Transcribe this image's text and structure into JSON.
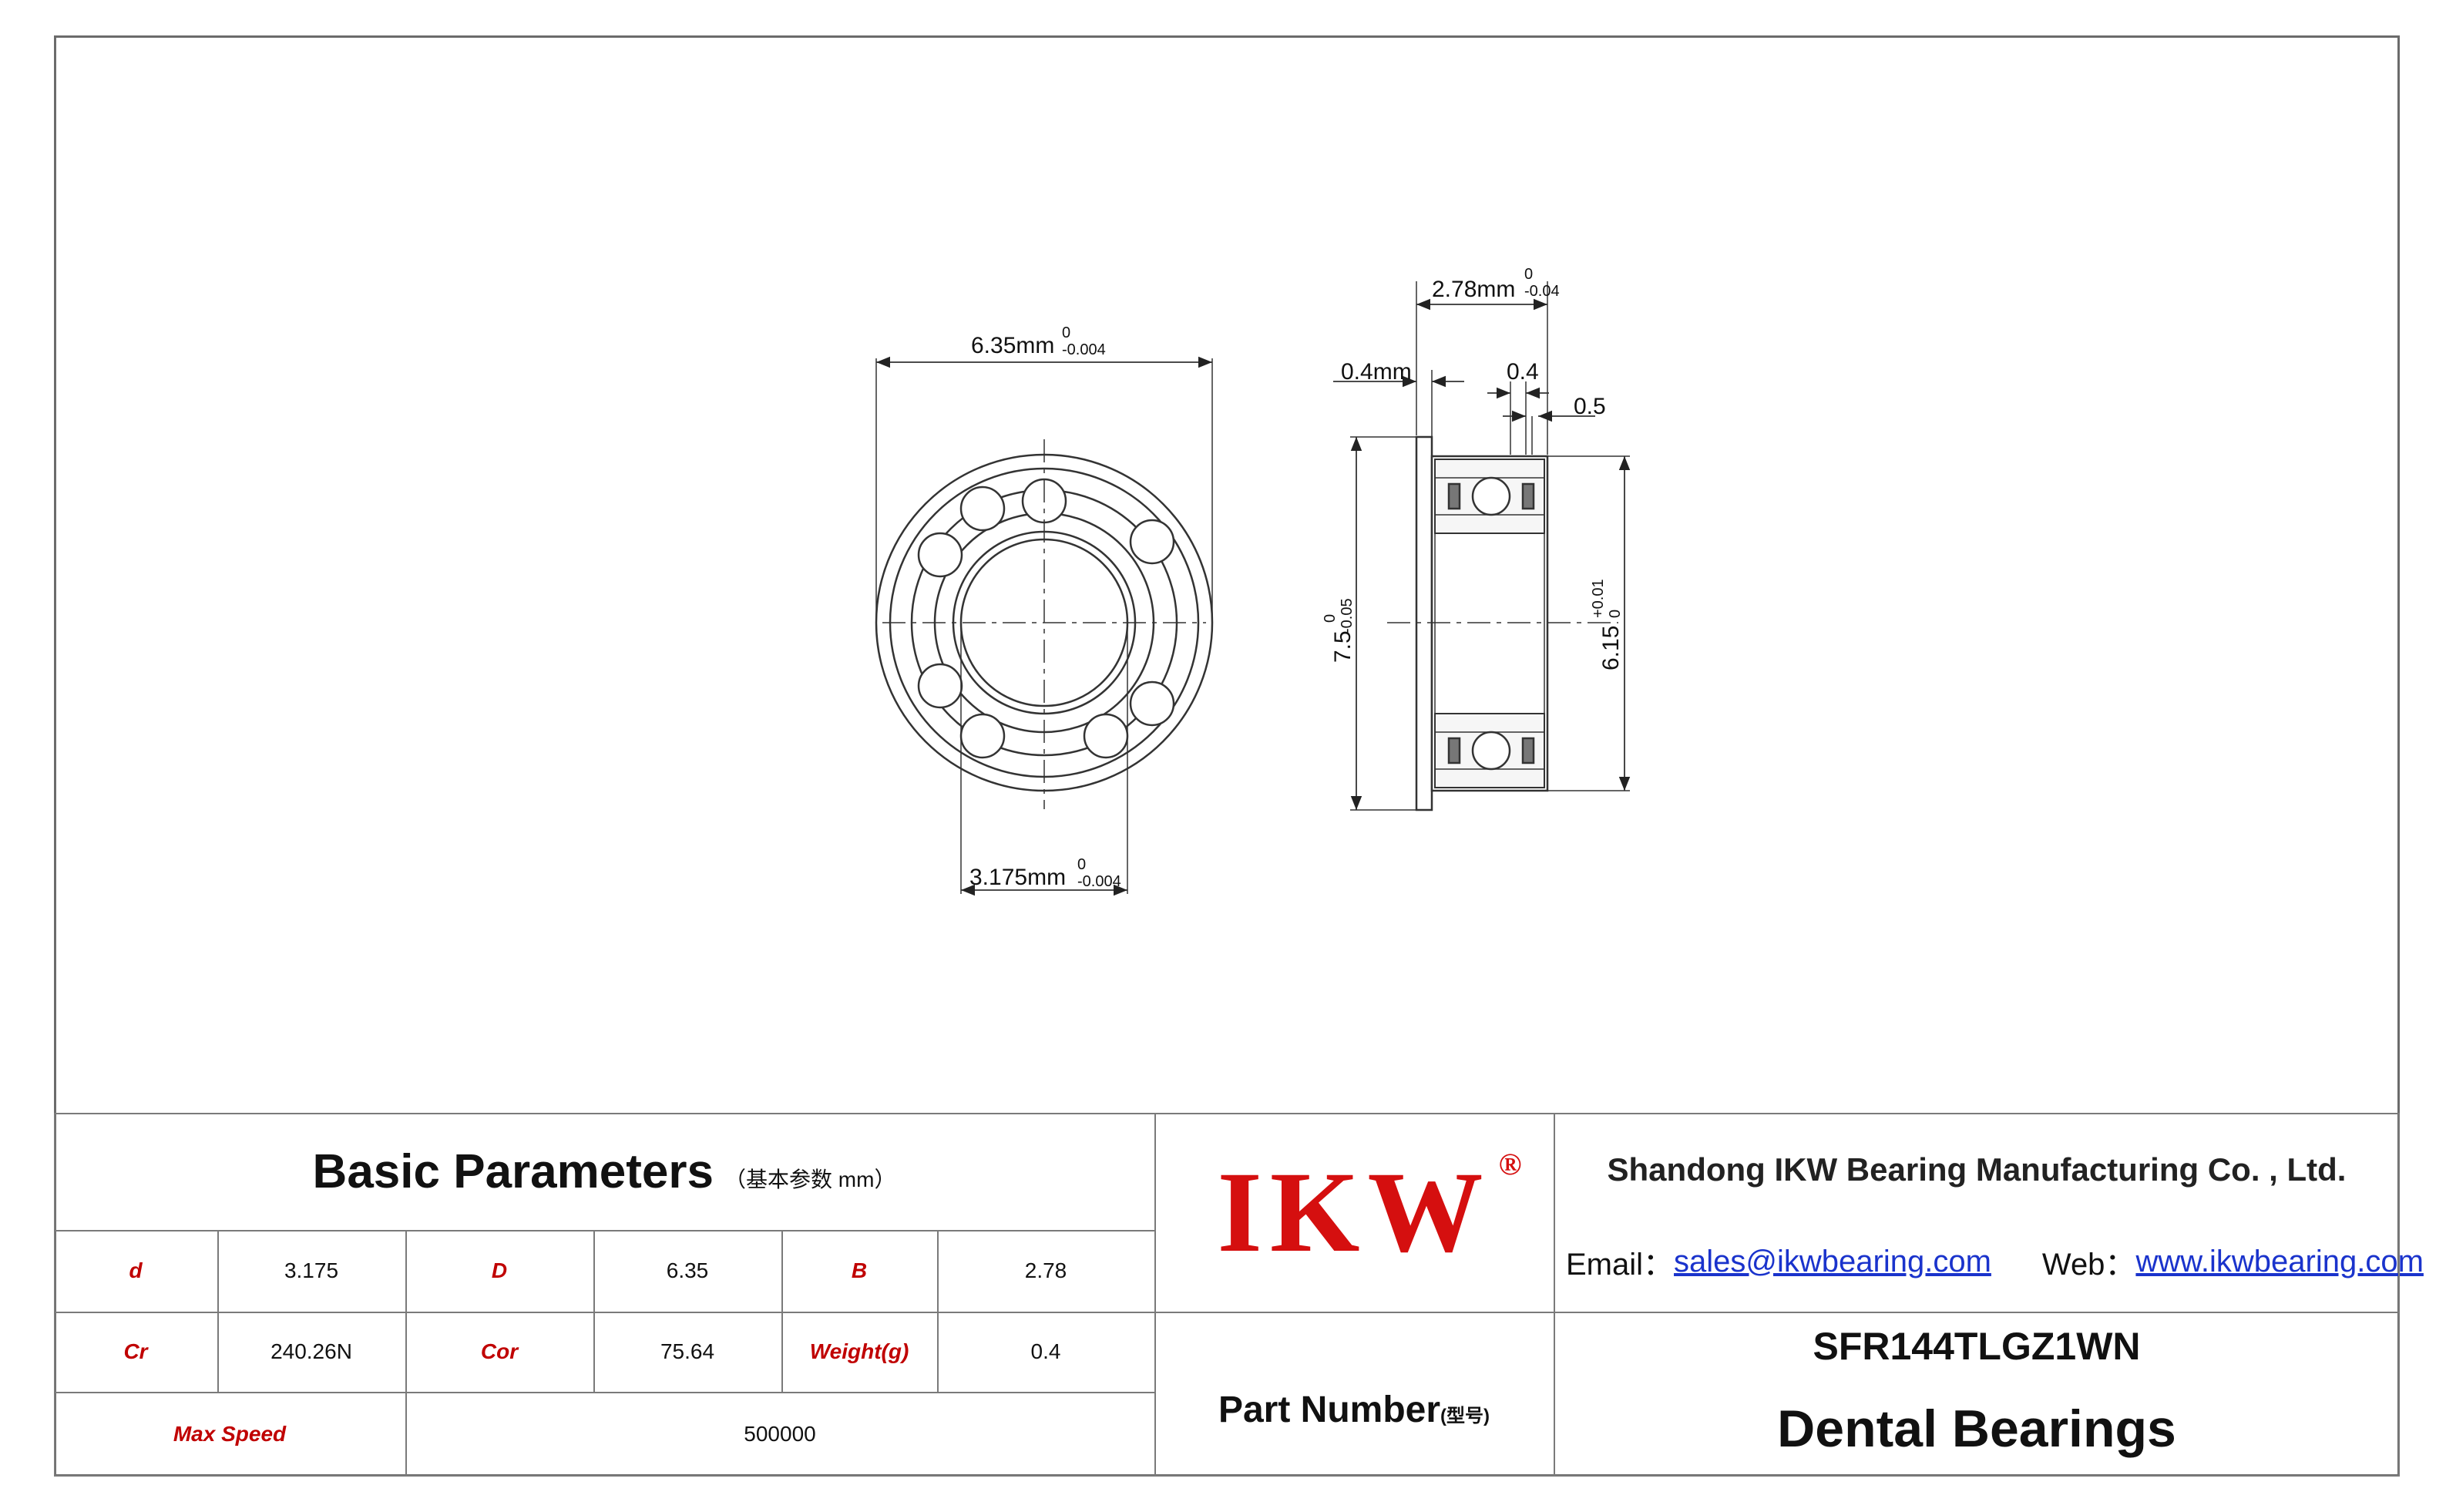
{
  "drawing": {
    "front_view": {
      "outer_dim": {
        "base": "6.35mm",
        "upper": "0",
        "lower": "-0.004"
      },
      "bore_dim": {
        "base": "3.175mm",
        "upper": "0",
        "lower": "-0.004"
      }
    },
    "side_view": {
      "width_dim": {
        "base": "2.78mm",
        "upper": "0",
        "lower": "-0.04"
      },
      "flange_thickness": "0.4mm",
      "shield_gap": "0.4",
      "chamfer": "0.5",
      "flange_dia": {
        "base": "7.5",
        "upper": "0",
        "lower": "-0.05"
      },
      "housing_dia": {
        "base": "6.15",
        "upper": "+0.01",
        "lower": "0"
      }
    }
  },
  "basic_parameters": {
    "title": "Basic Parameters",
    "subtitle": "（基本参数 mm）",
    "rows": [
      [
        {
          "label": "d",
          "value": "3.175"
        },
        {
          "label": "D",
          "value": "6.35"
        },
        {
          "label": "B",
          "value": "2.78"
        }
      ],
      [
        {
          "label": "Cr",
          "value": "240.26N"
        },
        {
          "label": "Cor",
          "value": "75.64"
        },
        {
          "label": "Weight(g)",
          "value": "0.4"
        }
      ]
    ],
    "max_speed": {
      "label": "Max Speed",
      "value": "500000"
    }
  },
  "brand": {
    "logo_text": "IKW",
    "registered_mark": "®",
    "logo_color": "#d50f0f"
  },
  "company": {
    "name": "Shandong IKW Bearing Manufacturing Co. , Ltd.",
    "email_label": "Email：",
    "email": "sales@ikwbearing.com",
    "web_label": "Web：",
    "website": "www.ikwbearing.com"
  },
  "part": {
    "label": "Part Number",
    "label_cn": "(型号)",
    "model": "SFR144TLGZ1WN",
    "product": "Dental Bearings"
  },
  "colors": {
    "label_red": "#c00000",
    "link_blue": "#1a33cc",
    "border_gray": "#7a7a7a"
  }
}
